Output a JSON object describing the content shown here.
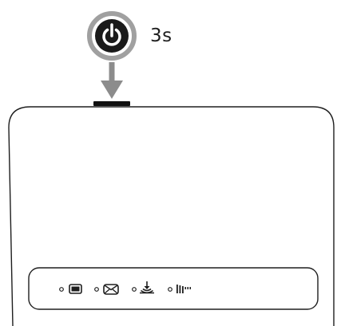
{
  "instruction": {
    "hold_duration": "3s",
    "button_icon": "power-icon"
  },
  "device": {
    "indicators": [
      {
        "name": "battery",
        "icon": "battery-icon"
      },
      {
        "name": "sms",
        "icon": "envelope-icon"
      },
      {
        "name": "wifi",
        "icon": "wifi-icon"
      },
      {
        "name": "signal",
        "icon": "signal-bars-icon"
      }
    ]
  },
  "colors": {
    "outline": "#1e1e1e",
    "circle_grey": "#a0a0a0",
    "arrow_grey": "#8c8c8c",
    "icon_dark": "#1a1a1a"
  }
}
